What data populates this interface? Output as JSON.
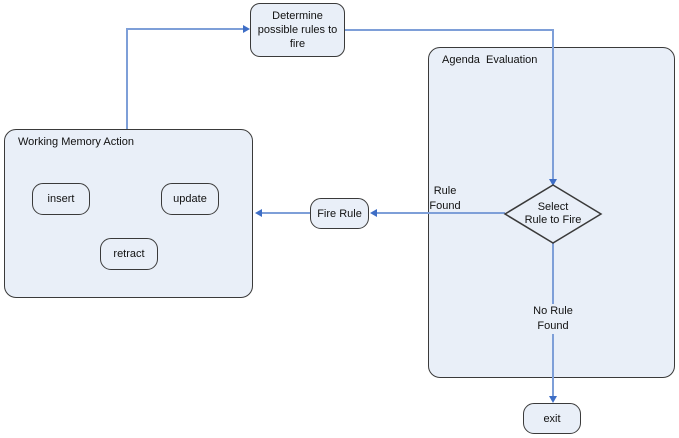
{
  "colors": {
    "background": "#ffffff",
    "node_fill": "#e9eff8",
    "node_border": "#3a3a3a",
    "edge_line": "#7e9fd8",
    "edge_arrow": "#3e6ec6",
    "text": "#111111"
  },
  "nodes": {
    "determine": {
      "label": "Determine\npossible rules to\nfire"
    },
    "agenda": {
      "label": "Agenda  Evaluation"
    },
    "working_memory": {
      "label": "Working Memory Action"
    },
    "insert": {
      "label": "insert"
    },
    "update": {
      "label": "update"
    },
    "retract": {
      "label": "retract"
    },
    "fire_rule": {
      "label": "Fire Rule"
    },
    "select_rule_to_fire": {
      "label": "Select\nRule to Fire"
    },
    "exit": {
      "label": "exit"
    }
  },
  "edge_labels": {
    "rule_found": "Rule\nFound",
    "no_rule_found": "No Rule\nFound"
  }
}
